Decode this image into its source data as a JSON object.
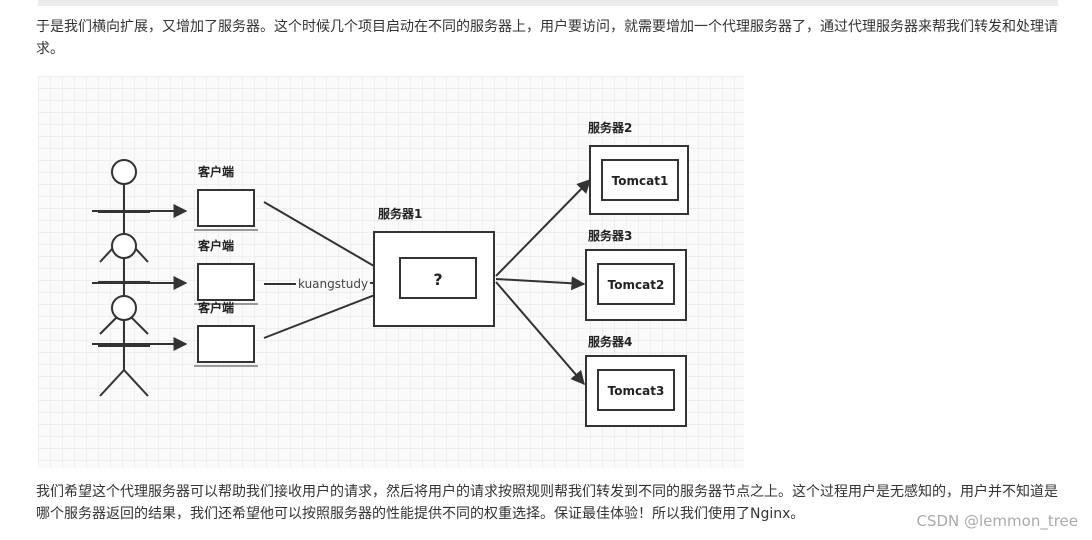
{
  "article": {
    "paragraph_1": "于是我们横向扩展，又增加了服务器。这个时候几个项目启动在不同的服务器上，用户要访问，就需要增加一个代理服务器了，通过代理服务器来帮我们转发和处理请求。",
    "paragraph_2": "我们希望这个代理服务器可以帮助我们接收用户的请求，然后将用户的请求按照规则帮我们转发到不同的服务器节点之上。这个过程用户是无感知的，用户并不知道是哪个服务器返回的结果，我们还希望他可以按照服务器的性能提供不同的权重选择。保证最佳体验！所以我们使用了Nginx。"
  },
  "diagram": {
    "clients": [
      {
        "label": "客户端"
      },
      {
        "label": "客户端"
      },
      {
        "label": "客户端"
      }
    ],
    "proxy": {
      "title": "服务器1",
      "content": "?"
    },
    "edge_label": "kuangstudy",
    "servers": [
      {
        "title": "服务器2",
        "app": "Tomcat1"
      },
      {
        "title": "服务器3",
        "app": "Tomcat2"
      },
      {
        "title": "服务器4",
        "app": "Tomcat3"
      }
    ]
  },
  "watermark": "CSDN @lemmon_tree",
  "colors": {
    "line": "#333333",
    "grid": "#e4e4e4",
    "diagram_bg": "#fafafa"
  }
}
